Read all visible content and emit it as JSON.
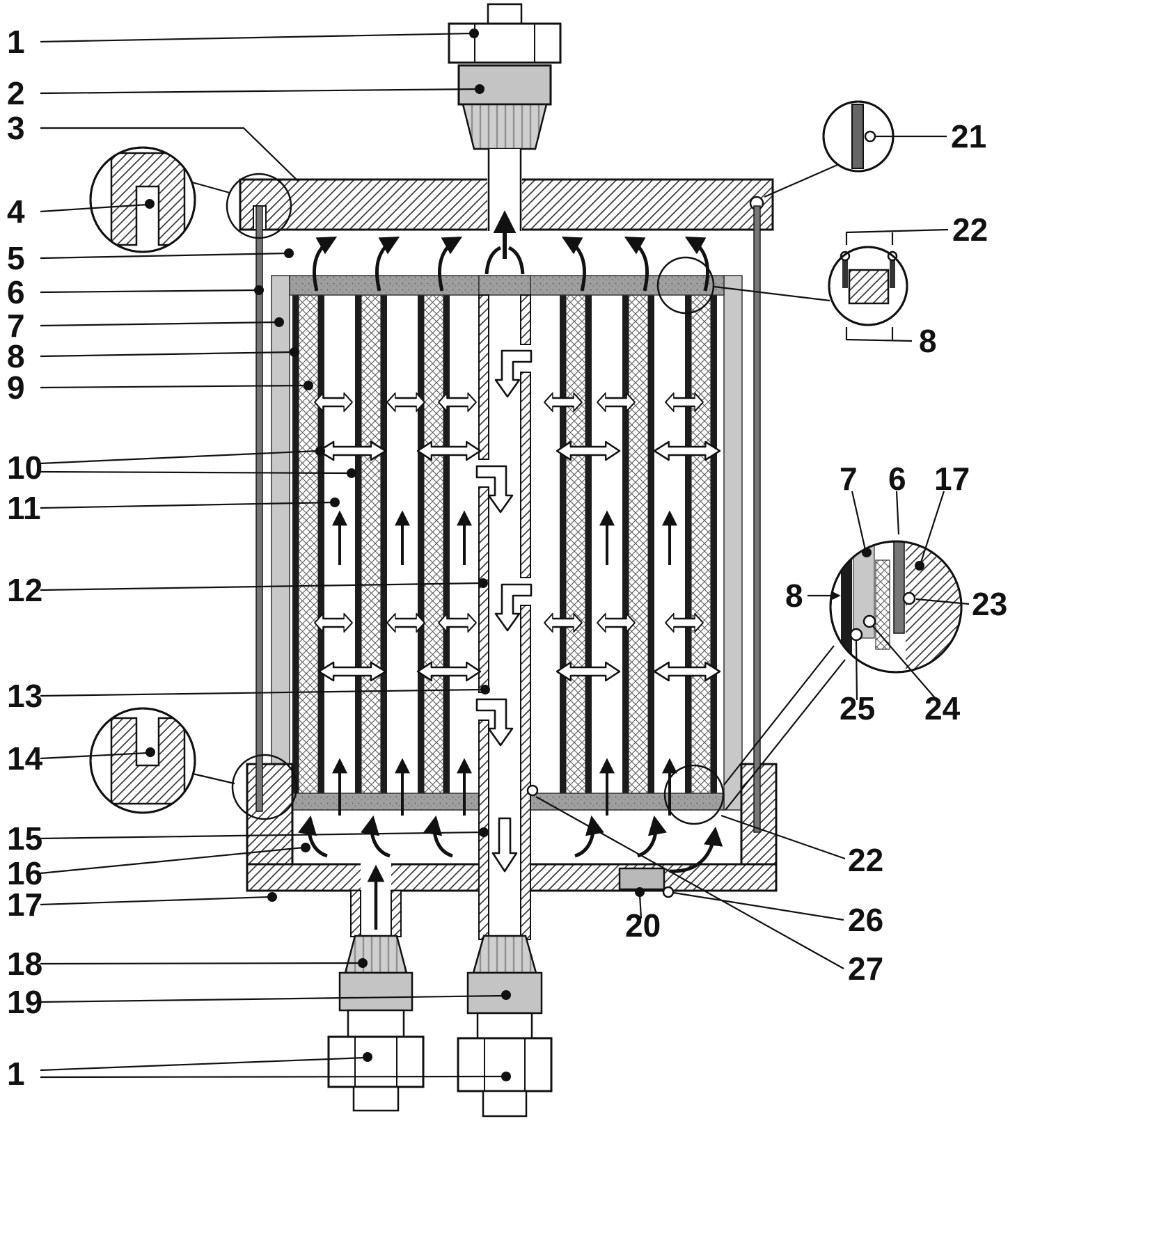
{
  "figure": {
    "type": "patent-cross-section-diagram",
    "description": "Cross-section of a multi-chamber plate-and-membrane cell vessel with top outlet compression fitting, two bottom compression fittings, tie rods, end caps, internal electrode plates, cross-hatched membrane columns, a central perforated down-flow tube and flow arrows; five zoom detail circles.",
    "colors": {
      "line": "#111111",
      "plate_dark": "#1c1c1c",
      "light_gray": "#c8c8c8",
      "mid_gray": "#9f9f9f",
      "rod_gray": "#777777",
      "background": "#ffffff"
    }
  },
  "callouts": {
    "left": [
      {
        "label": "1"
      },
      {
        "label": "2"
      },
      {
        "label": "3"
      },
      {
        "label": "4"
      },
      {
        "label": "5"
      },
      {
        "label": "6"
      },
      {
        "label": "7"
      },
      {
        "label": "8"
      },
      {
        "label": "9"
      },
      {
        "label": "10"
      },
      {
        "label": "11"
      },
      {
        "label": "12"
      },
      {
        "label": "13"
      },
      {
        "label": "14"
      },
      {
        "label": "15"
      },
      {
        "label": "16"
      },
      {
        "label": "17"
      },
      {
        "label": "18"
      },
      {
        "label": "19"
      },
      {
        "label": "1"
      }
    ],
    "right": [
      {
        "label": "21"
      },
      {
        "label": "22"
      },
      {
        "label": "8"
      },
      {
        "label": "7"
      },
      {
        "label": "6"
      },
      {
        "label": "17"
      },
      {
        "label": "8"
      },
      {
        "label": "23"
      },
      {
        "label": "25"
      },
      {
        "label": "24"
      },
      {
        "label": "22"
      },
      {
        "label": "26"
      },
      {
        "label": "27"
      },
      {
        "label": "20"
      }
    ]
  }
}
